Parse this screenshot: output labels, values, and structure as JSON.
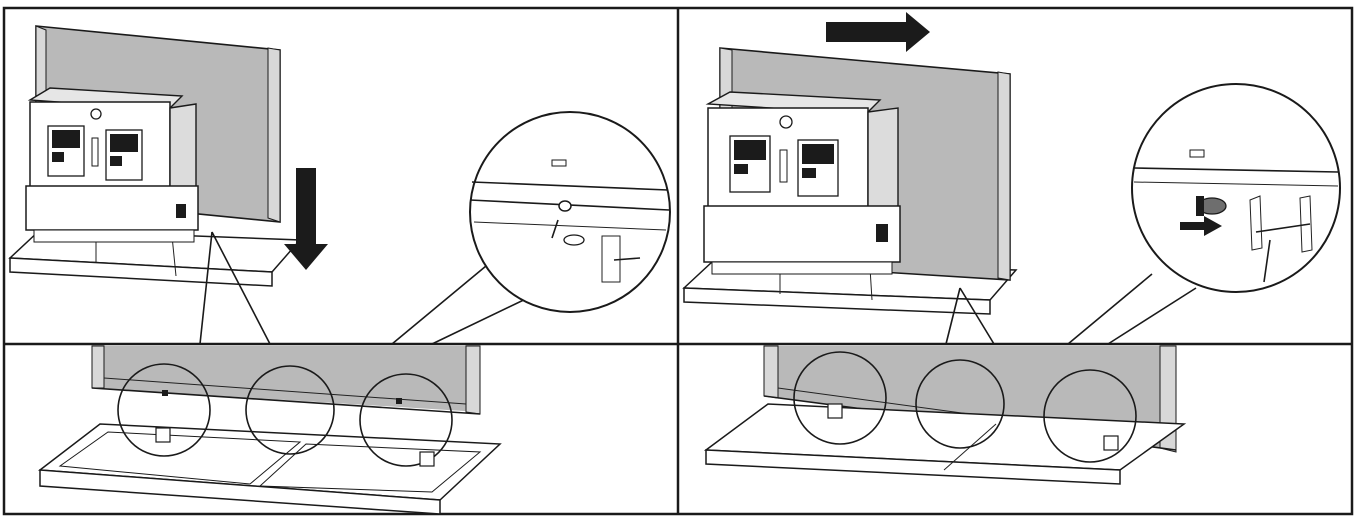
{
  "figure": {
    "panels": [
      {
        "id": "step-1-lower",
        "motion": "down",
        "arrow_icon": "arrow-down-icon"
      },
      {
        "id": "step-2-slide",
        "motion": "right",
        "arrow_icon": "arrow-right-icon"
      }
    ],
    "colors": {
      "background": "#ffffff",
      "line": "#1a1a1a",
      "panel_fill": "#b9b9b9",
      "arrow": "#1b1b1b"
    },
    "magnifier_count_top": 2,
    "bracket_circles_per_view": 3
  }
}
